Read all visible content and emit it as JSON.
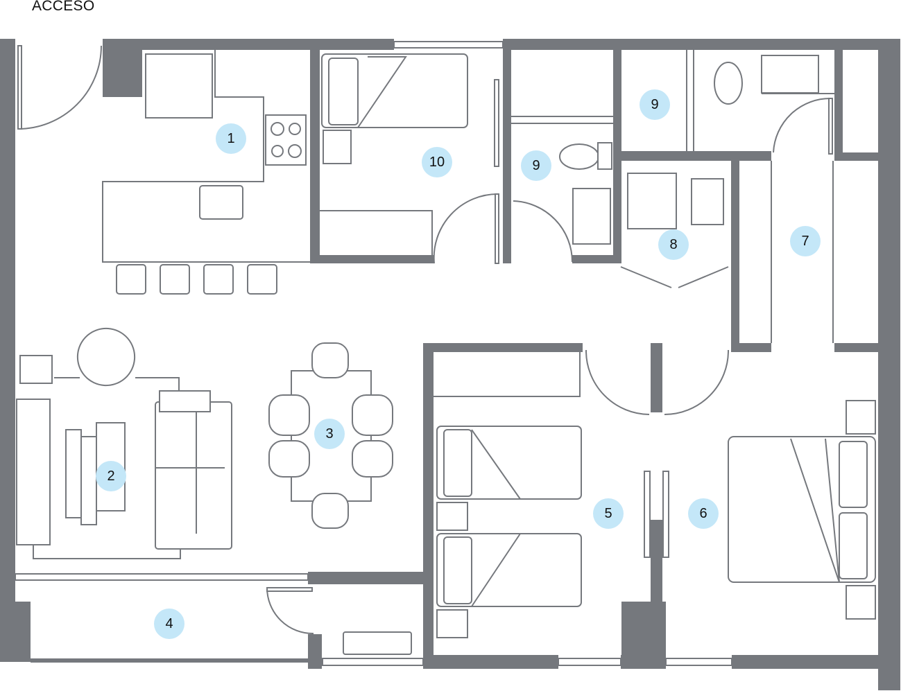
{
  "title": "ACCESO",
  "rooms": [
    {
      "number": "1"
    },
    {
      "number": "2"
    },
    {
      "number": "3"
    },
    {
      "number": "4"
    },
    {
      "number": "5"
    },
    {
      "number": "6"
    },
    {
      "number": "7"
    },
    {
      "number": "8"
    },
    {
      "number": "9"
    },
    {
      "number": "9"
    },
    {
      "number": "10"
    }
  ],
  "colors": {
    "wall": "#75787d",
    "label_circle": "#c4e7f8"
  }
}
